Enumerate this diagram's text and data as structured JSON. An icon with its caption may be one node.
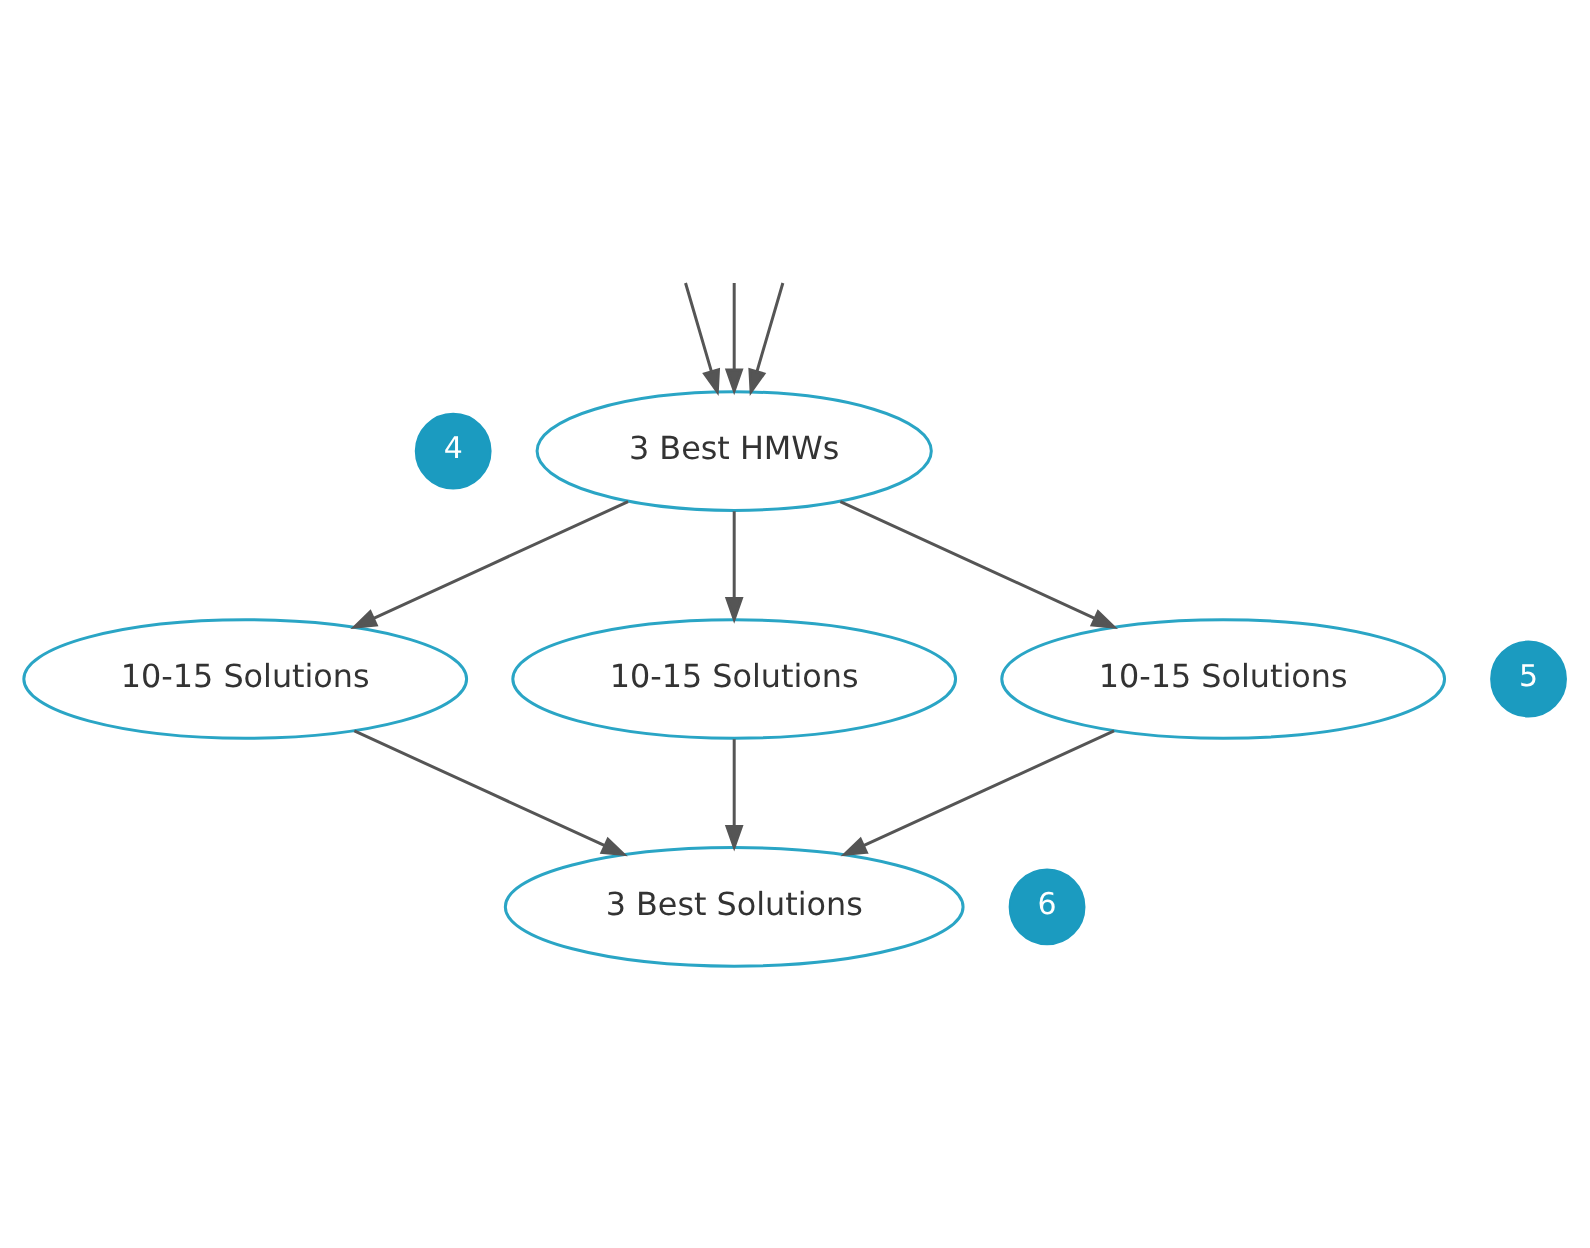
{
  "diagram": {
    "nodes": [
      {
        "text": [
          "4"
        ]
      },
      {
        "text": [
          "3 Best HMWs"
        ]
      },
      {
        "text": [
          "5"
        ]
      },
      {
        "text": [
          "10-15 Solutions"
        ]
      },
      {
        "text": [
          "10-15 Solutions"
        ]
      },
      {
        "text": [
          "10-15 Solutions"
        ]
      },
      {
        "text": [
          "6"
        ]
      },
      {
        "text": [
          "3 Best Solutions"
        ]
      }
    ],
    "edges": [
      {
        "from": null,
        "to": 1,
        "arrow": "to"
      },
      {
        "from": null,
        "to": 1,
        "arrow": "to"
      },
      {
        "from": null,
        "to": 1,
        "arrow": "to"
      },
      {
        "from": 1,
        "to": 3,
        "arrow": "to"
      },
      {
        "from": 1,
        "to": 4,
        "arrow": "to"
      },
      {
        "from": 1,
        "to": 5,
        "arrow": "to"
      },
      {
        "from": 3,
        "to": 7,
        "arrow": "to"
      },
      {
        "from": 4,
        "to": 7,
        "arrow": "to"
      },
      {
        "from": 5,
        "to": 7,
        "arrow": "to"
      }
    ]
  }
}
